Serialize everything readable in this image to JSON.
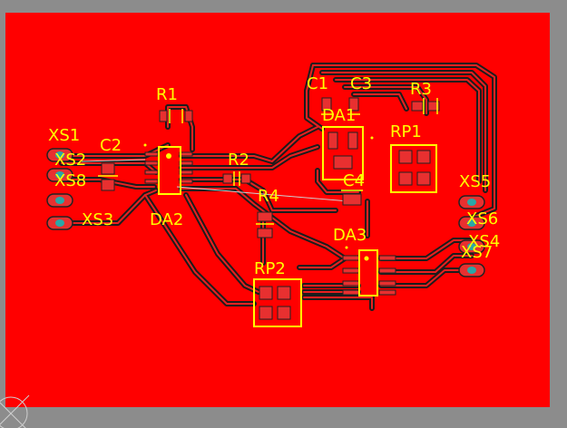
{
  "colors": {
    "background": "#8c8c8c",
    "board": "#ff0000",
    "trace": "#222222",
    "silkscreen": "#ffff00",
    "pad": "#e83030",
    "hole": "#2aa7a7"
  },
  "labels": {
    "XS1": "XS1",
    "XS2": "XS2",
    "XS8": "XS8",
    "XS3": "XS3",
    "C2": "C2",
    "R1": "R1",
    "DA2": "DA2",
    "R2": "R2",
    "R4": "R4",
    "C1": "C1",
    "C3": "C3",
    "DA1": "DA1",
    "R3": "R3",
    "RP1": "RP1",
    "C4": "C4",
    "DA3": "DA3",
    "RP2": "RP2",
    "XS5": "XS5",
    "XS6": "XS6",
    "XS4": "XS4",
    "XS7": "XS7"
  },
  "icons": {
    "origin_marker": "origin-crosshair-icon"
  }
}
